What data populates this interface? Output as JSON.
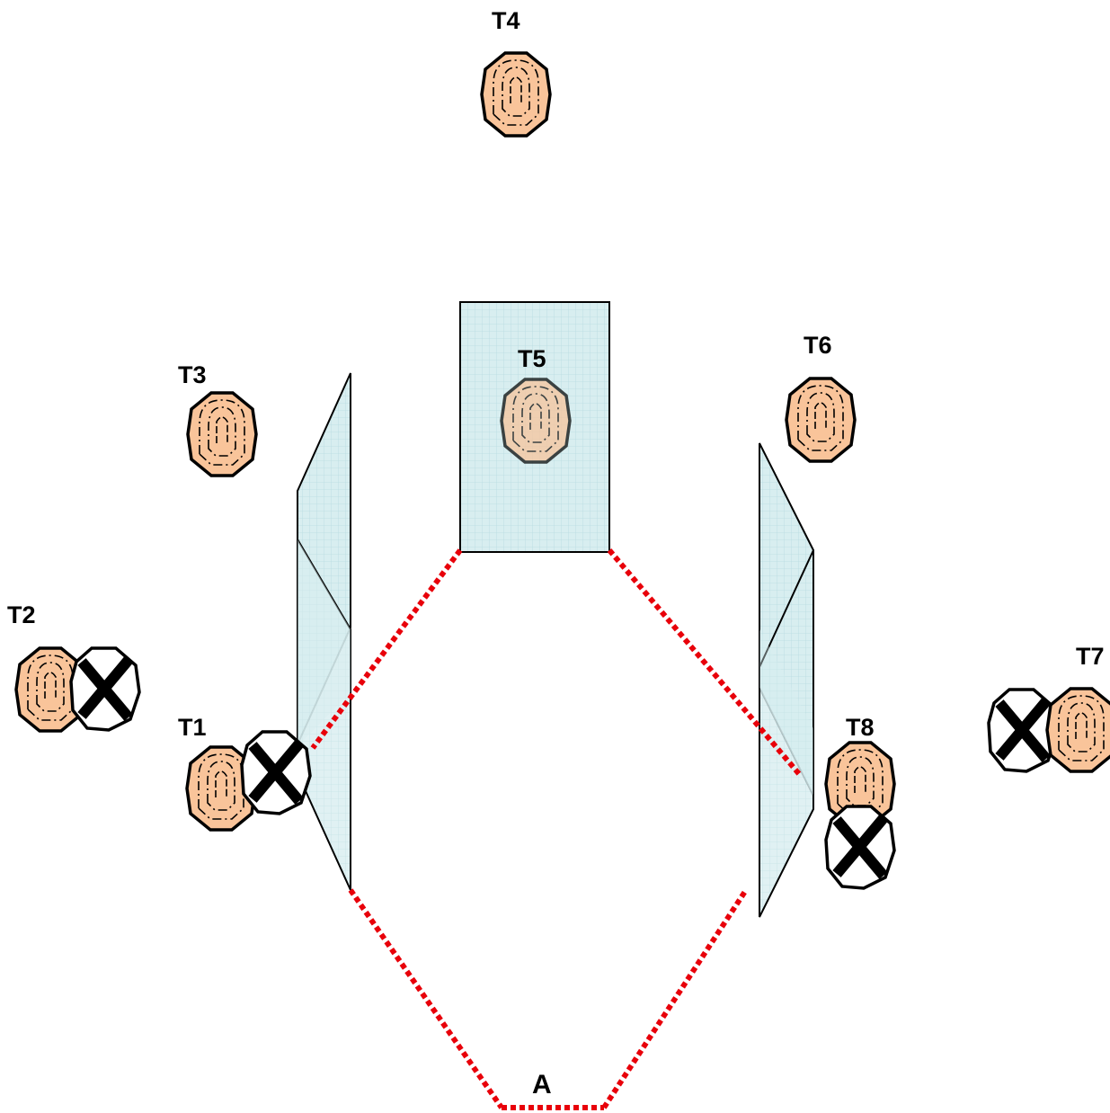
{
  "labels": {
    "t1": "T1",
    "t2": "T2",
    "t3": "T3",
    "t4": "T4",
    "t5": "T5",
    "t6": "T6",
    "t7": "T7",
    "t8": "T8",
    "point_a": "A"
  },
  "colors": {
    "target_fill": "#f9c49a",
    "target_hidden_fill": "#d9c8ad",
    "panel_fill": "#d8eef0",
    "path_red": "#e8000a",
    "outline": "#000000"
  },
  "icons": {
    "target": "target-octagon-icon",
    "blocked": "crossed-octagon-icon"
  }
}
